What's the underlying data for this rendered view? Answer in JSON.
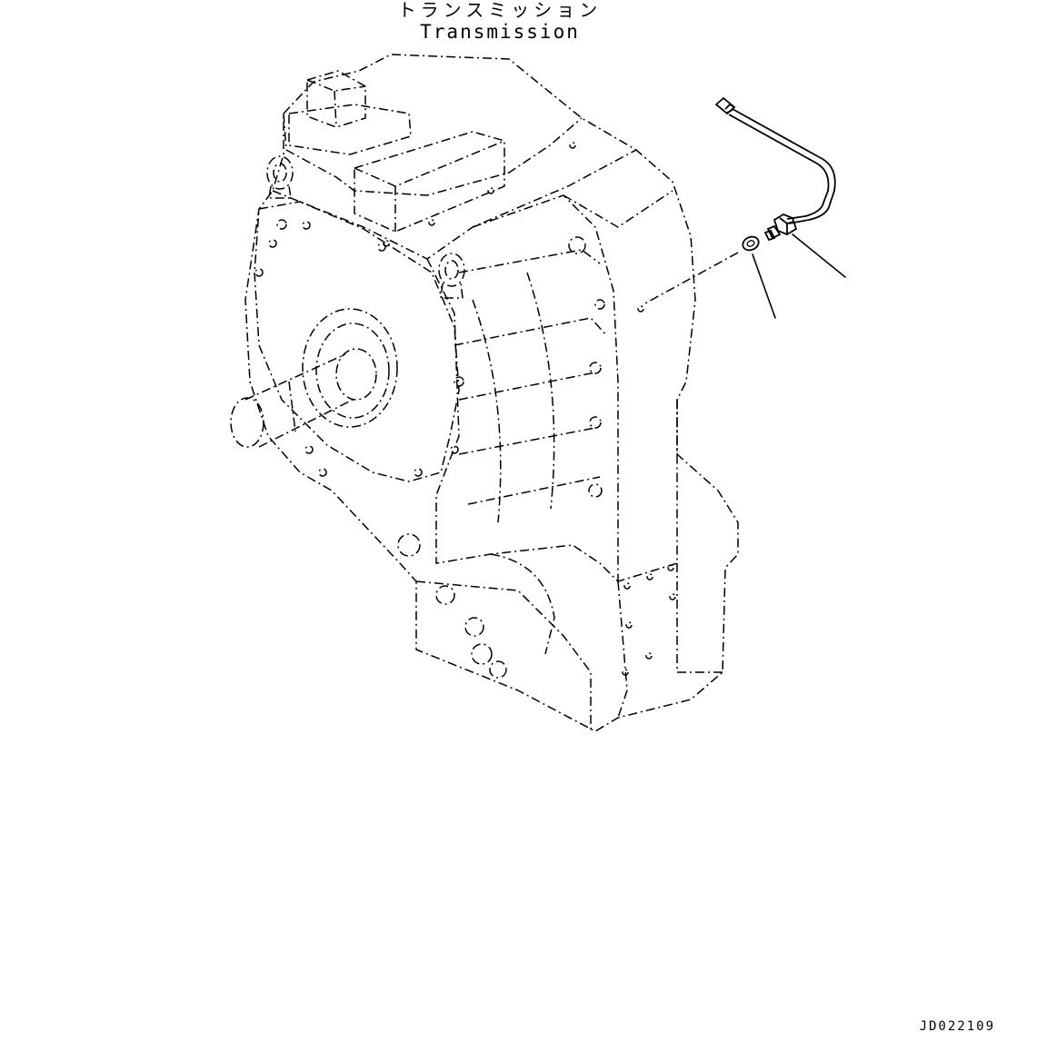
{
  "title": {
    "jp": "トランスミッション",
    "en": "Transmission"
  },
  "drawing_code": "JD022109",
  "parts": {
    "icons": [
      "transmission-housing-icon",
      "pressure-sensor-icon",
      "washer-icon"
    ]
  }
}
